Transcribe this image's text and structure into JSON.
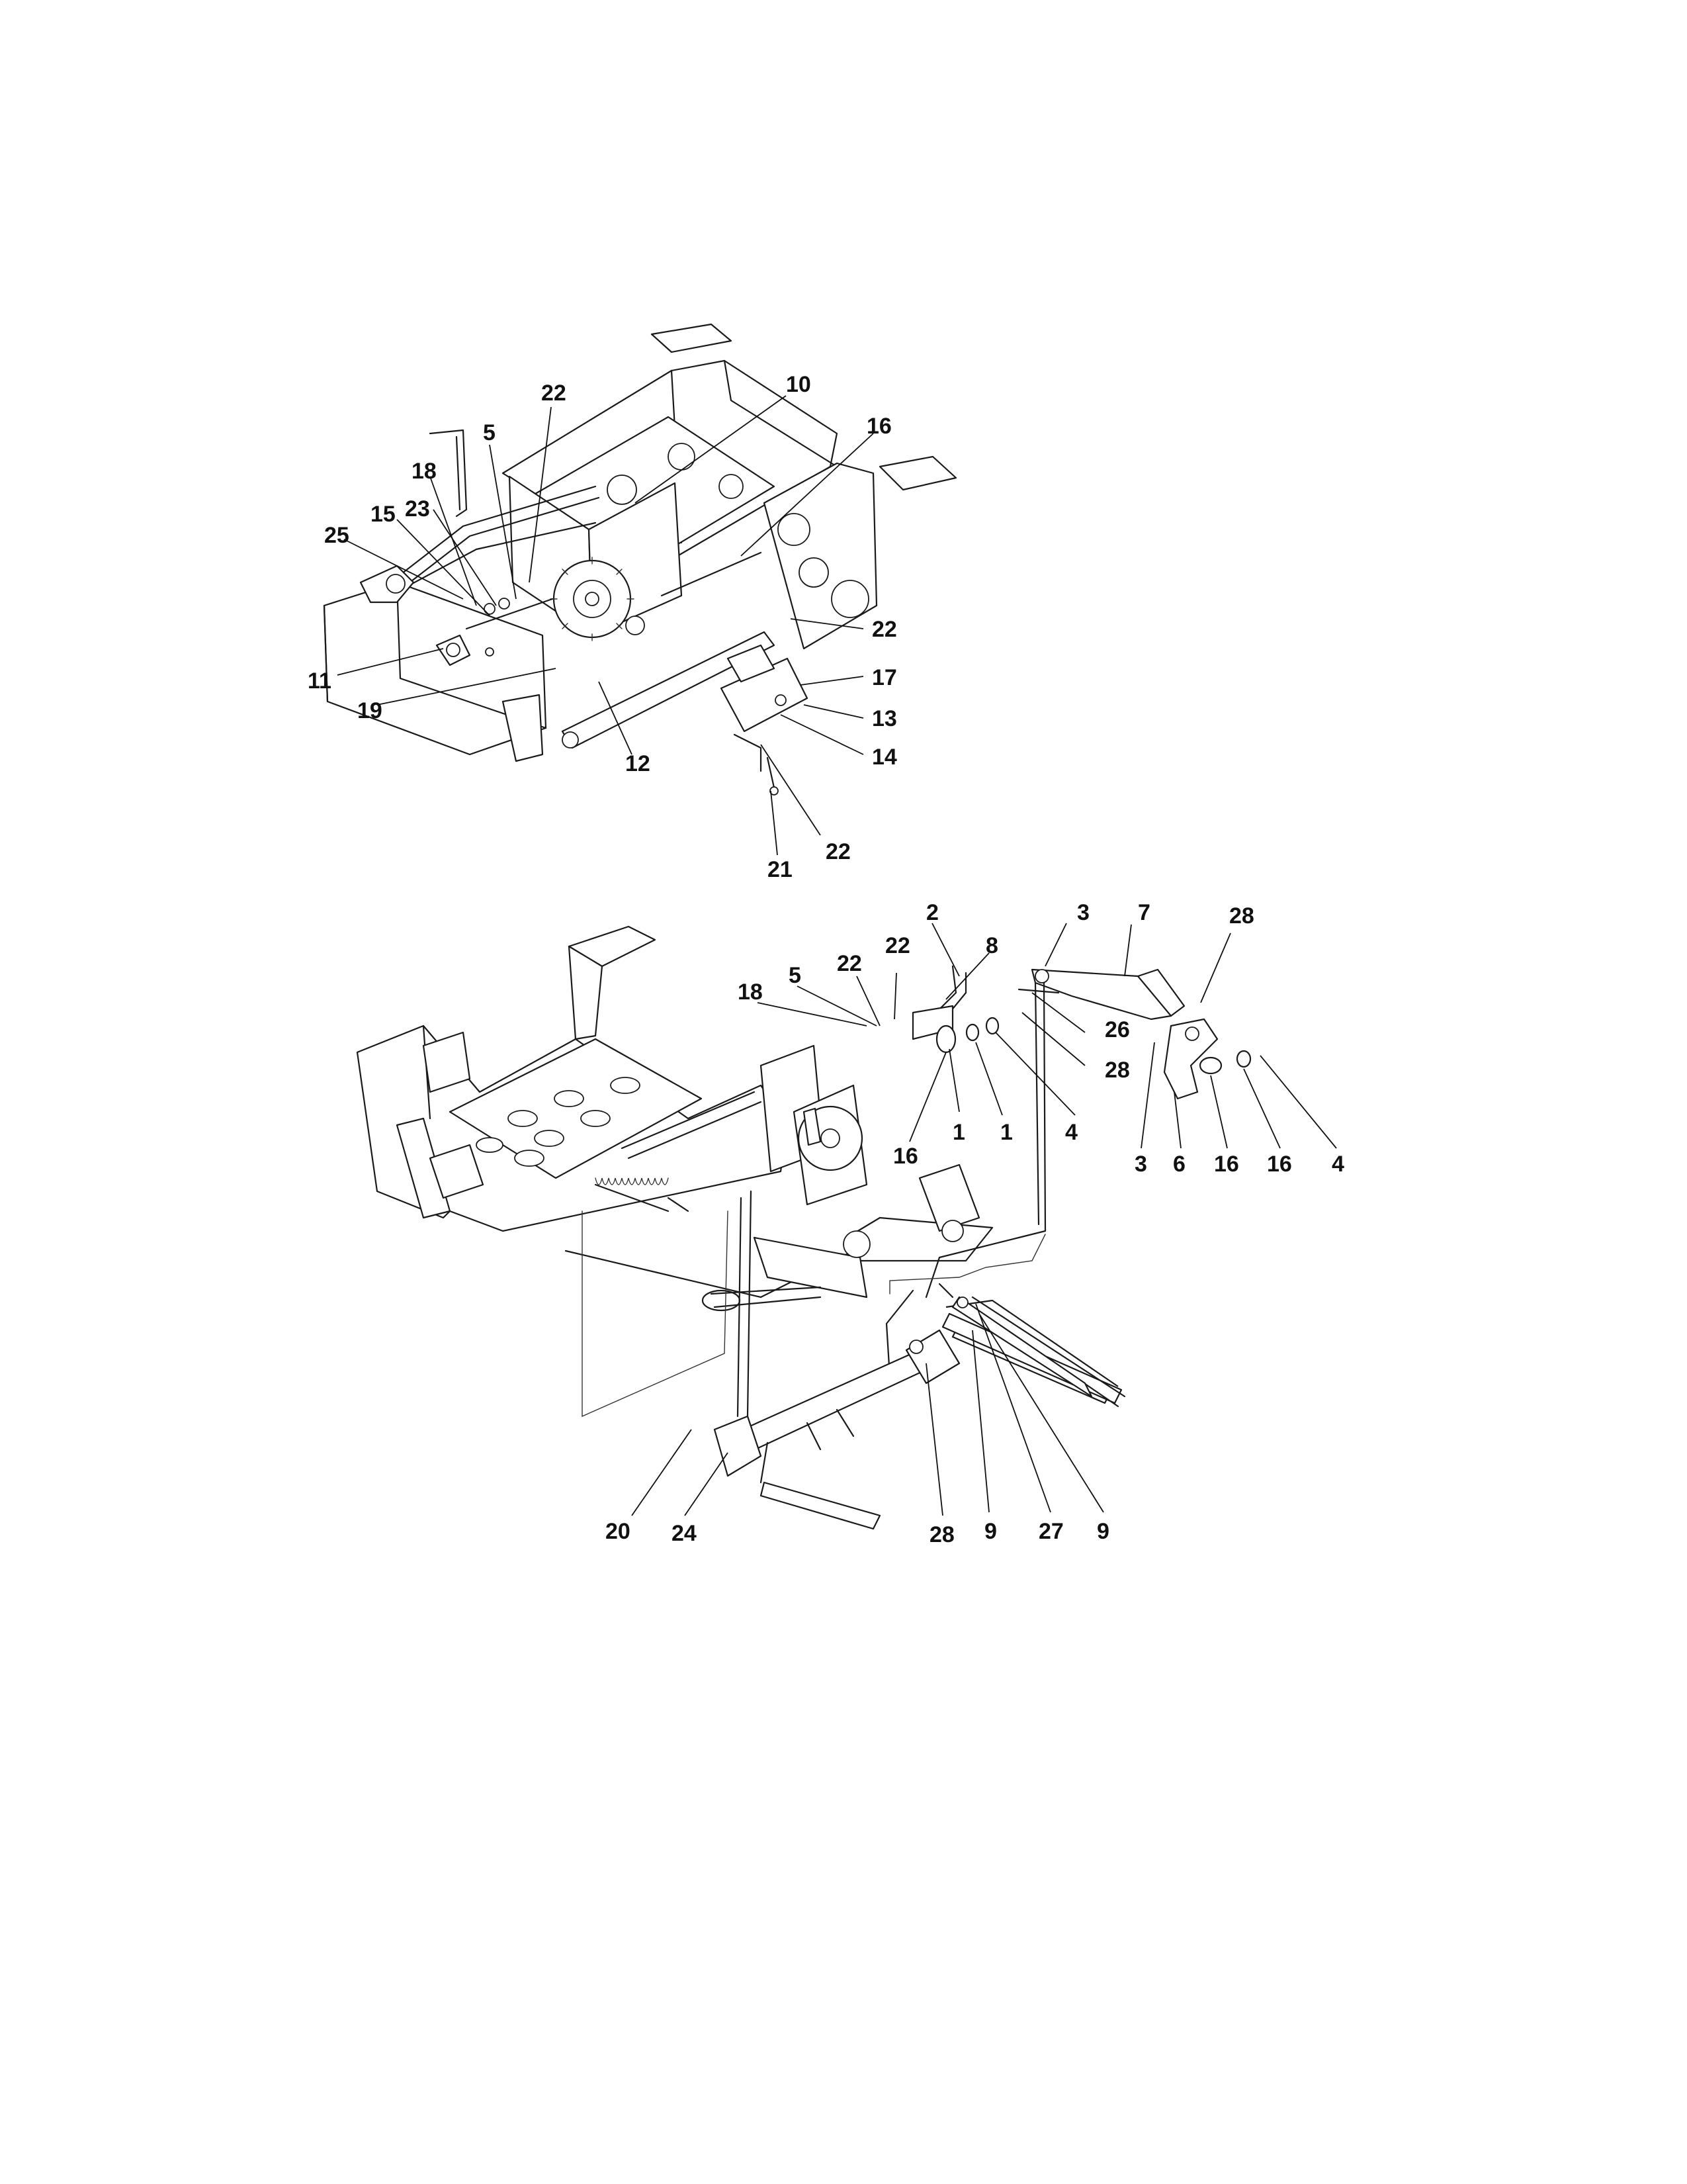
{
  "diagram": {
    "upper": {
      "callouts": [
        {
          "id": "u-22a",
          "text": "22"
        },
        {
          "id": "u-10",
          "text": "10"
        },
        {
          "id": "u-16",
          "text": "16"
        },
        {
          "id": "u-5",
          "text": "5"
        },
        {
          "id": "u-18",
          "text": "18"
        },
        {
          "id": "u-23",
          "text": "23"
        },
        {
          "id": "u-15",
          "text": "15"
        },
        {
          "id": "u-25",
          "text": "25"
        },
        {
          "id": "u-22b",
          "text": "22"
        },
        {
          "id": "u-17",
          "text": "17"
        },
        {
          "id": "u-11",
          "text": "11"
        },
        {
          "id": "u-13",
          "text": "13"
        },
        {
          "id": "u-19",
          "text": "19"
        },
        {
          "id": "u-14",
          "text": "14"
        },
        {
          "id": "u-12",
          "text": "12"
        },
        {
          "id": "u-22c",
          "text": "22"
        },
        {
          "id": "u-21",
          "text": "21"
        }
      ]
    },
    "lower": {
      "callouts": [
        {
          "id": "l-2",
          "text": "2"
        },
        {
          "id": "l-3a",
          "text": "3"
        },
        {
          "id": "l-7",
          "text": "7"
        },
        {
          "id": "l-28a",
          "text": "28"
        },
        {
          "id": "l-22a",
          "text": "22"
        },
        {
          "id": "l-22b",
          "text": "22"
        },
        {
          "id": "l-8",
          "text": "8"
        },
        {
          "id": "l-5",
          "text": "5"
        },
        {
          "id": "l-18",
          "text": "18"
        },
        {
          "id": "l-26",
          "text": "26"
        },
        {
          "id": "l-28b",
          "text": "28"
        },
        {
          "id": "l-1a",
          "text": "1"
        },
        {
          "id": "l-1b",
          "text": "1"
        },
        {
          "id": "l-4a",
          "text": "4"
        },
        {
          "id": "l-16a",
          "text": "16"
        },
        {
          "id": "l-3b",
          "text": "3"
        },
        {
          "id": "l-6",
          "text": "6"
        },
        {
          "id": "l-16b",
          "text": "16"
        },
        {
          "id": "l-16c",
          "text": "16"
        },
        {
          "id": "l-4b",
          "text": "4"
        },
        {
          "id": "l-20",
          "text": "20"
        },
        {
          "id": "l-24",
          "text": "24"
        },
        {
          "id": "l-28c",
          "text": "28"
        },
        {
          "id": "l-9a",
          "text": "9"
        },
        {
          "id": "l-27",
          "text": "27"
        },
        {
          "id": "l-9b",
          "text": "9"
        }
      ]
    }
  }
}
